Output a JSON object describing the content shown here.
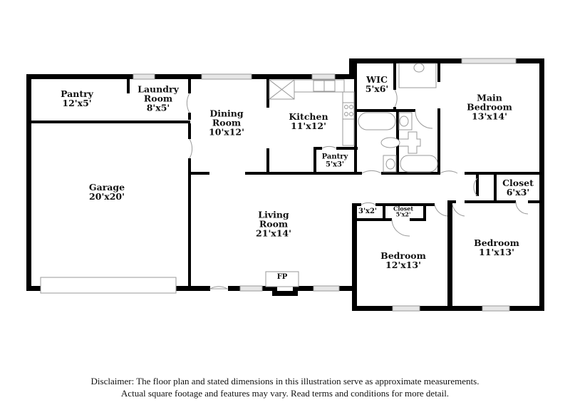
{
  "floor_plan": {
    "rooms": [
      {
        "id": "pantry-large",
        "name": "Pantry",
        "dims": "12'x5'"
      },
      {
        "id": "laundry",
        "name": "Laundry",
        "name2": "Room",
        "dims": "8'x5'"
      },
      {
        "id": "dining",
        "name": "Dining",
        "name2": "Room",
        "dims": "10'x12'"
      },
      {
        "id": "kitchen",
        "name": "Kitchen",
        "dims": "11'x12'"
      },
      {
        "id": "pantry-small",
        "name": "Pantry",
        "dims": "5'x3'"
      },
      {
        "id": "wic",
        "name": "WIC",
        "dims": "5'x6'"
      },
      {
        "id": "main-bedroom",
        "name": "Main",
        "name2": "Bedroom",
        "dims": "13'x14'"
      },
      {
        "id": "garage",
        "name": "Garage",
        "dims": "20'x20'"
      },
      {
        "id": "living",
        "name": "Living",
        "name2": "Room",
        "dims": "21'x14'"
      },
      {
        "id": "closet-3x2",
        "name": "",
        "dims": "3'x2'"
      },
      {
        "id": "closet-5x2",
        "name": "Closet",
        "dims": "5'x2'"
      },
      {
        "id": "closet-6x3",
        "name": "Closet",
        "dims": "6'x3'"
      },
      {
        "id": "bedroom-2",
        "name": "Bedroom",
        "dims": "12'x13'"
      },
      {
        "id": "bedroom-3",
        "name": "Bedroom",
        "dims": "11'x13'"
      }
    ],
    "fireplace_label": "FP",
    "colors": {
      "wall": "#000000",
      "fixture": "#999999",
      "window_fill": "#e6e6e6",
      "background": "#ffffff"
    }
  },
  "disclaimer": {
    "line1": "Disclaimer: The floor plan and stated dimensions in this illustration serve as approximate measurements.",
    "line2": "Actual square footage and features may vary. Read terms and conditions for more detail."
  }
}
